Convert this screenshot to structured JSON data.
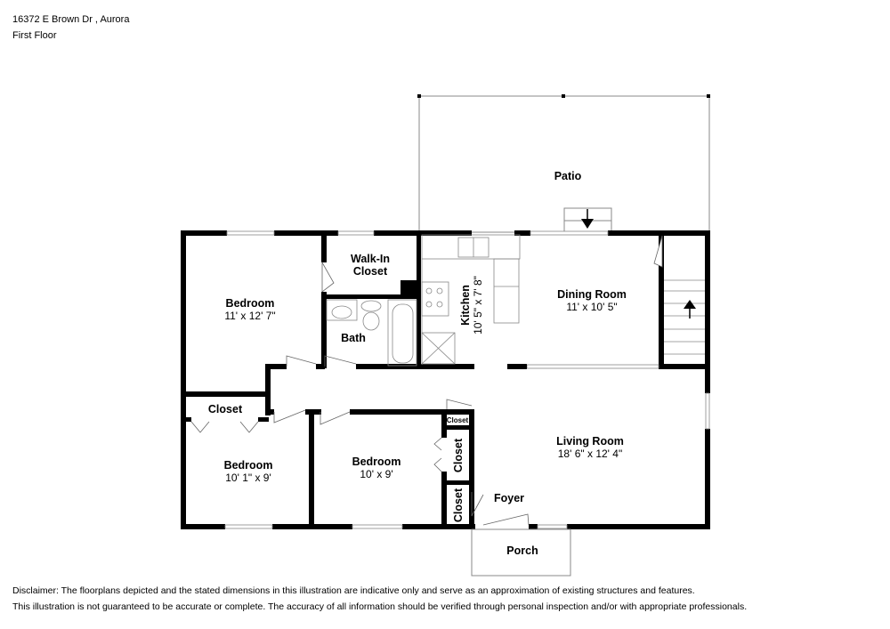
{
  "header": {
    "address": "16372 E Brown Dr , Aurora",
    "floor": "First Floor"
  },
  "rooms": {
    "patio": {
      "name": "Patio"
    },
    "walkin_closet": {
      "name_line1": "Walk-In",
      "name_line2": "Closet"
    },
    "bedroom1": {
      "name": "Bedroom",
      "dim": "11' x 12' 7\""
    },
    "bath": {
      "name": "Bath"
    },
    "kitchen": {
      "name": "Kitchen",
      "dim": "10' 5\" x 7' 8\""
    },
    "dining": {
      "name": "Dining Room",
      "dim": "11' x 10' 5\""
    },
    "closet_a": {
      "name": "Closet"
    },
    "bedroom2": {
      "name": "Bedroom",
      "dim": "10' 1\" x 9'"
    },
    "bedroom3": {
      "name": "Bedroom",
      "dim": "10' x 9'"
    },
    "closet_small": {
      "name": "Closet"
    },
    "closet_mid": {
      "name": "Closet"
    },
    "closet_foyer": {
      "name": "Closet"
    },
    "living": {
      "name": "Living Room",
      "dim": "18' 6\" x 12' 4\""
    },
    "foyer": {
      "name": "Foyer"
    },
    "porch": {
      "name": "Porch"
    }
  },
  "icons": {
    "patio_stairs": "arrow-down",
    "interior_stairs": "arrow-up"
  },
  "disclaimer": {
    "line1": "Disclaimer: The floorplans depicted and the stated dimensions in this illustration are indicative only and serve as an approximation of existing structures and features.",
    "line2": "This illustration is not guaranteed to be accurate or complete. The accuracy of all information should be verified through personal inspection and/or with appropriate professionals."
  }
}
